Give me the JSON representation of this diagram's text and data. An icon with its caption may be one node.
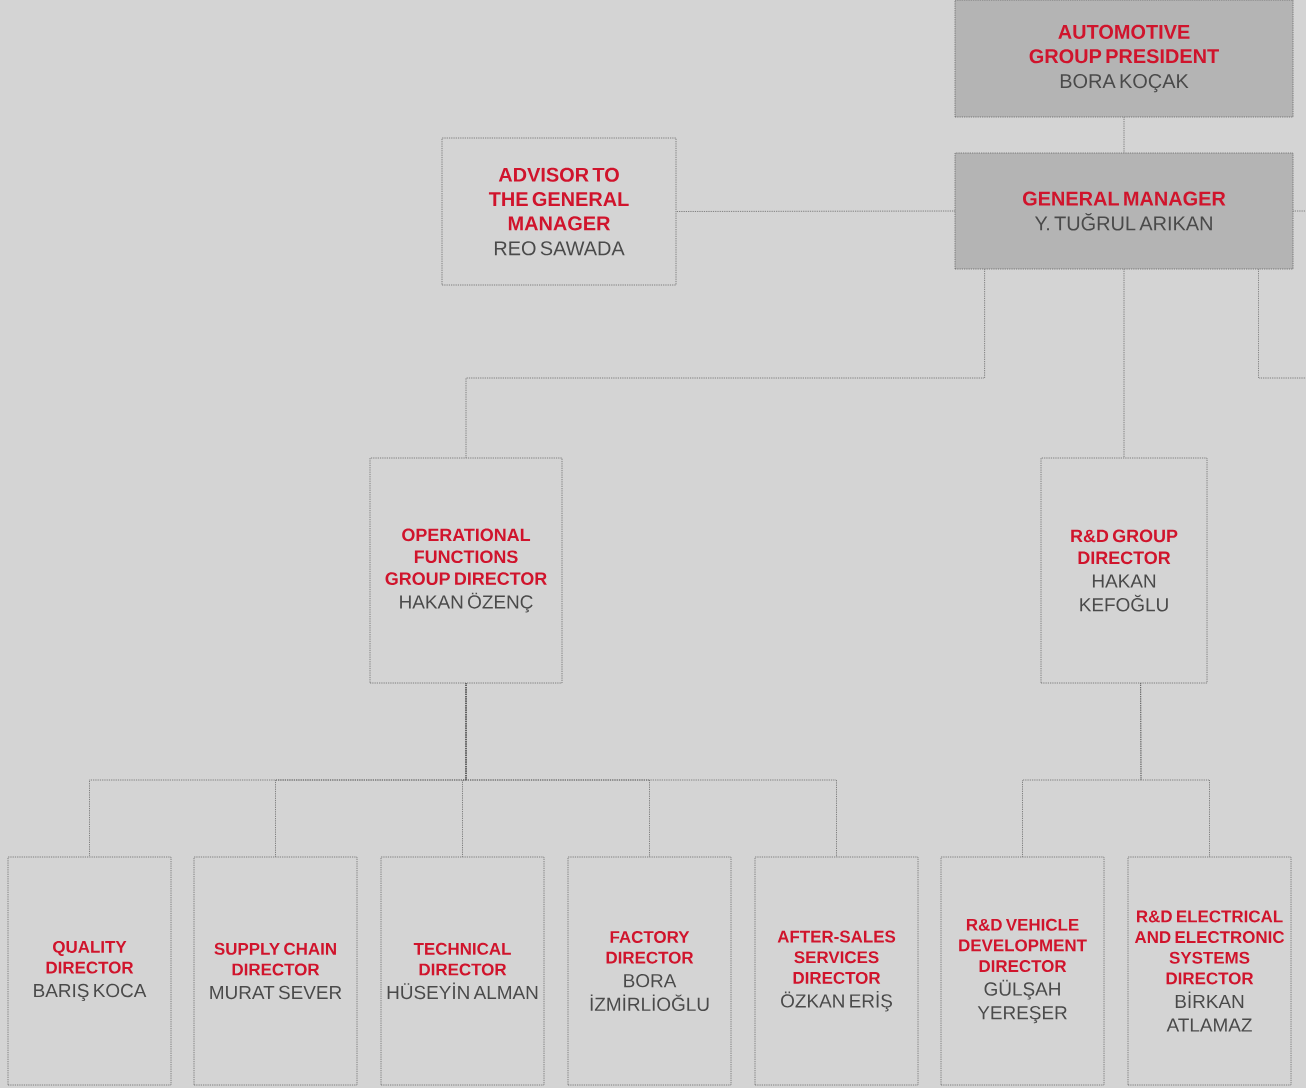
{
  "diagram": {
    "nodes": [
      {
        "text": [
          "AUTOMOTIVE GROUP PRESIDENT",
          "BORA KOÇAK"
        ]
      },
      {
        "text": [
          "ADVISOR TO THE GENERAL MANAGER",
          "REO SAWADA"
        ]
      },
      {
        "text": [
          "GENERAL MANAGER",
          "Y. TUĞRUL ARIKAN"
        ]
      },
      {
        "text": [
          "OPERATIONAL FUNCTIONS GROUP DIRECTOR",
          "HAKAN ÖZENÇ"
        ]
      },
      {
        "text": [
          "R&D GROUP DIRECTOR",
          "HAKAN KEFOĞLU"
        ]
      },
      {
        "text": [
          "QUALITY DIRECTOR",
          "BARIŞ KOCA"
        ]
      },
      {
        "text": [
          "SUPPLY CHAIN DIRECTOR",
          "MURAT SEVER"
        ]
      },
      {
        "text": [
          "TECHNICAL DIRECTOR",
          "HÜSEYİN ALMAN"
        ]
      },
      {
        "text": [
          "FACTORY DIRECTOR",
          "BORA İZMİRLİOĞLU"
        ]
      },
      {
        "text": [
          "AFTER-SALES SERVICES DIRECTOR",
          "ÖZKAN ERİŞ"
        ]
      },
      {
        "text": [
          "R&D VEHICLE DEVELOPMENT DIRECTOR",
          "GÜLŞAH YEREŞER"
        ]
      },
      {
        "text": [
          "R&D ELECTRICAL AND ELECTRONIC SYSTEMS DIRECTOR",
          "BİRKAN ATLAMAZ"
        ]
      }
    ],
    "edges": [
      {
        "from": 0,
        "to": 2,
        "arrow": "none"
      },
      {
        "from": 2,
        "to": 1,
        "arrow": "none"
      },
      {
        "from": 2,
        "to": 3,
        "arrow": "none"
      },
      {
        "from": 2,
        "to": 4,
        "arrow": "none"
      },
      {
        "from": 2,
        "to": null,
        "arrow": "none"
      },
      {
        "from": 2,
        "to": null,
        "arrow": "none"
      },
      {
        "from": 3,
        "to": 5,
        "arrow": "none"
      },
      {
        "from": 3,
        "to": 6,
        "arrow": "none"
      },
      {
        "from": 3,
        "to": 7,
        "arrow": "none"
      },
      {
        "from": 3,
        "to": 8,
        "arrow": "none"
      },
      {
        "from": 3,
        "to": 9,
        "arrow": "none"
      },
      {
        "from": 4,
        "to": 10,
        "arrow": "none"
      },
      {
        "from": 4,
        "to": 11,
        "arrow": "none"
      }
    ]
  }
}
